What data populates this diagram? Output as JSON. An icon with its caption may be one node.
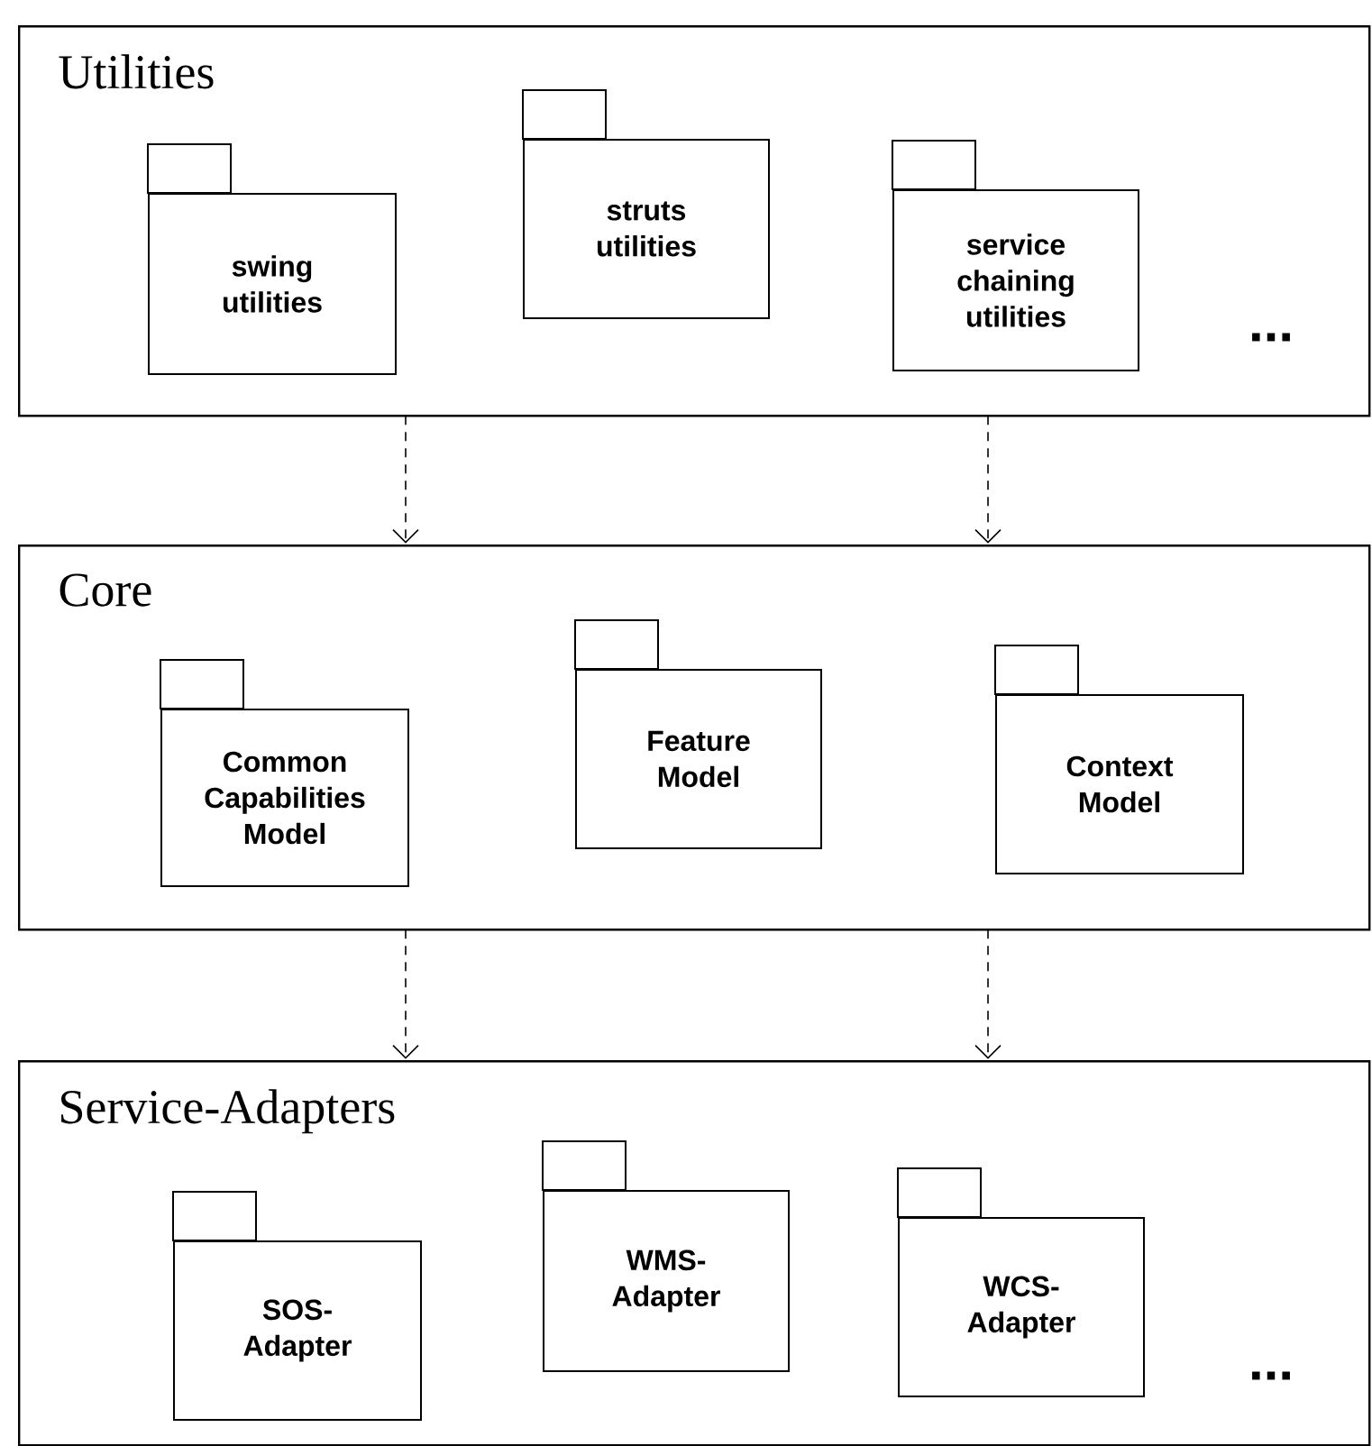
{
  "diagram": {
    "nodes": [
      {
        "text": [
          "Utilities"
        ]
      },
      {
        "text": [
          "swing utilities"
        ],
        "in": 0
      },
      {
        "text": [
          "struts utilities"
        ],
        "in": 0
      },
      {
        "text": [
          "service chaining utilities"
        ],
        "in": 0
      },
      {
        "text": [
          "Core"
        ]
      },
      {
        "text": [
          "Common Capabilities Model"
        ],
        "in": 4
      },
      {
        "text": [
          "Feature Model"
        ],
        "in": 4
      },
      {
        "text": [
          "Context Model"
        ],
        "in": 4
      },
      {
        "text": [
          "Service-Adapters"
        ]
      },
      {
        "text": [
          "SOS-Adapter"
        ],
        "in": 8
      },
      {
        "text": [
          "WMS-Adapter"
        ],
        "in": 8
      },
      {
        "text": [
          "WCS-Adapter"
        ],
        "in": 8
      }
    ],
    "edges": [
      {
        "from": 0,
        "to": 4,
        "arrow": "to",
        "style": "dashed"
      },
      {
        "from": 0,
        "to": 4,
        "arrow": "to",
        "style": "dashed"
      },
      {
        "from": 4,
        "to": 8,
        "arrow": "to",
        "style": "dashed"
      },
      {
        "from": 4,
        "to": 8,
        "arrow": "to",
        "style": "dashed"
      }
    ],
    "labels": [
      "...",
      "..."
    ]
  }
}
